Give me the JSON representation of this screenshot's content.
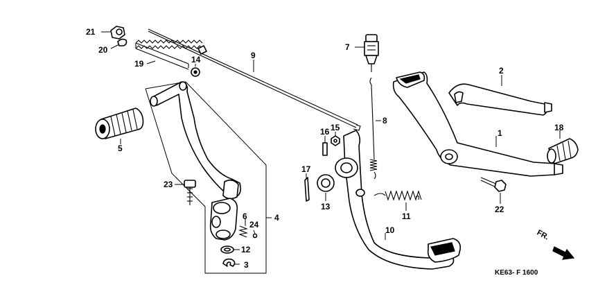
{
  "diagram": {
    "callouts": {
      "p1": "1",
      "p2": "2",
      "p3": "3",
      "p4": "4",
      "p5": "5",
      "p6": "6",
      "p7": "7",
      "p8": "8",
      "p9": "9",
      "p10": "10",
      "p11": "11",
      "p12": "12",
      "p13": "13",
      "p14": "14",
      "p15": "15",
      "p16": "16",
      "p17": "17",
      "p18": "18",
      "p19": "19",
      "p20": "20",
      "p21": "21",
      "p22": "22",
      "p23": "23",
      "p24": "24"
    },
    "direction_label": "FR.",
    "diagram_code": "KE63- F 1600",
    "direction_icon": "arrow-down-right-icon"
  }
}
